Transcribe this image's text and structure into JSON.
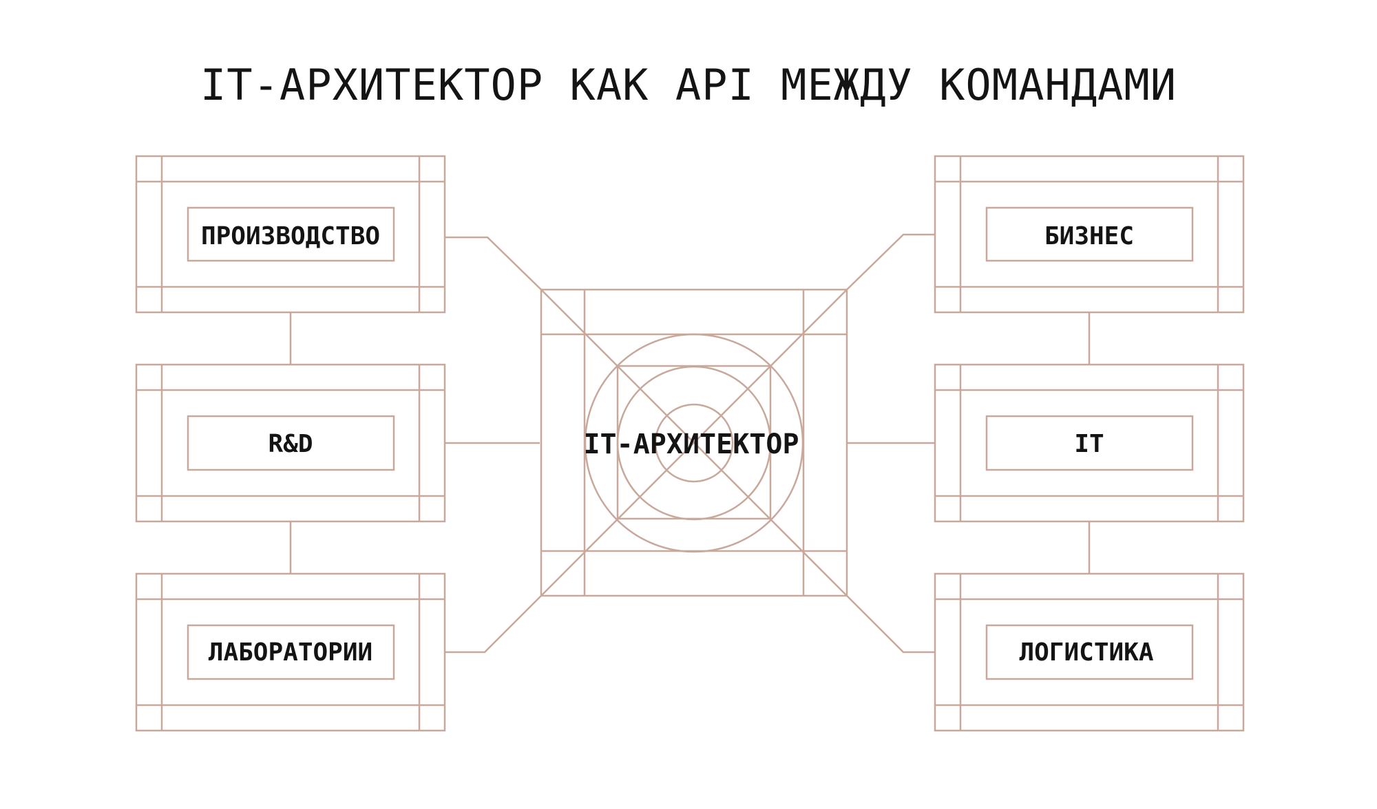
{
  "title": "IT-АРХИТЕКТОР КАК API МЕЖДУ КОМАНДАМИ",
  "center": {
    "label": "IT-АРХИТЕКТОР"
  },
  "left_boxes": [
    {
      "label": "ПРОИЗВОДСТВО"
    },
    {
      "label": "R&D"
    },
    {
      "label": "ЛАБОРАТОРИИ"
    }
  ],
  "right_boxes": [
    {
      "label": "БИЗНЕС"
    },
    {
      "label": "IT"
    },
    {
      "label": "ЛОГИСТИКА"
    }
  ],
  "colors": {
    "line": "#c9a89c",
    "text": "#141414",
    "background": "#ffffff"
  }
}
